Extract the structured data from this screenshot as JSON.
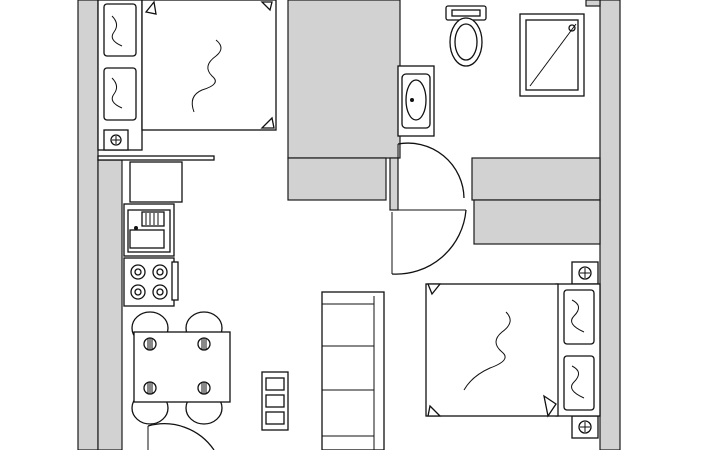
{
  "plan": {
    "wall_color": "#d2d2d2",
    "line_color": "#111111",
    "background": "#ffffff",
    "rooms": [
      "bedroom-top-left",
      "bathroom",
      "kitchen",
      "dining",
      "living",
      "bedroom-right"
    ],
    "fixtures": {
      "beds": 2,
      "pillows": 4,
      "nightstands": 2,
      "dining_chairs": 4,
      "stove_burners": 4,
      "sofa_cushions": 3,
      "switch_panel_rockers": 3,
      "doors": 2
    },
    "icons": [
      "bed-icon",
      "pillow-icon",
      "toilet-icon",
      "shower-icon",
      "sink-icon",
      "stove-icon",
      "chair-icon",
      "sofa-icon",
      "door-swing-icon",
      "switch-panel-icon",
      "lamp-icon"
    ]
  }
}
